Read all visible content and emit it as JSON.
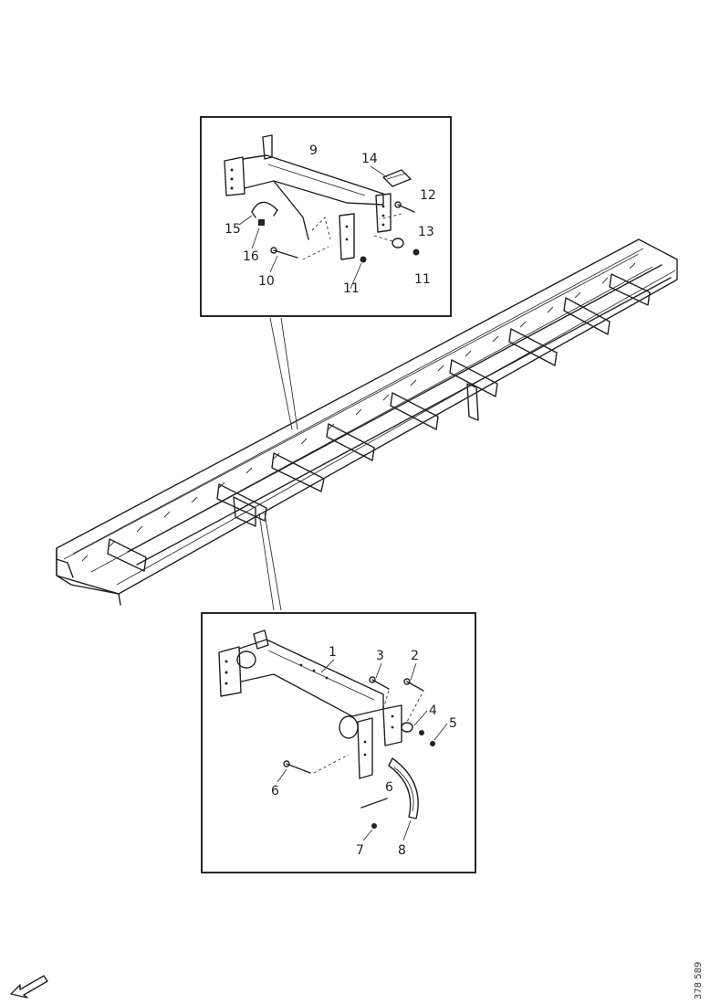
{
  "callouts_top": [
    "9",
    "14",
    "12",
    "13",
    "11",
    "11",
    "10",
    "16",
    "15"
  ],
  "callouts_bottom": [
    "1",
    "3",
    "2",
    "4",
    "5",
    "6",
    "6",
    "7",
    "8"
  ],
  "drawing_id": "378 589",
  "icons": {
    "orientation_arrow": "arrow-icon"
  }
}
